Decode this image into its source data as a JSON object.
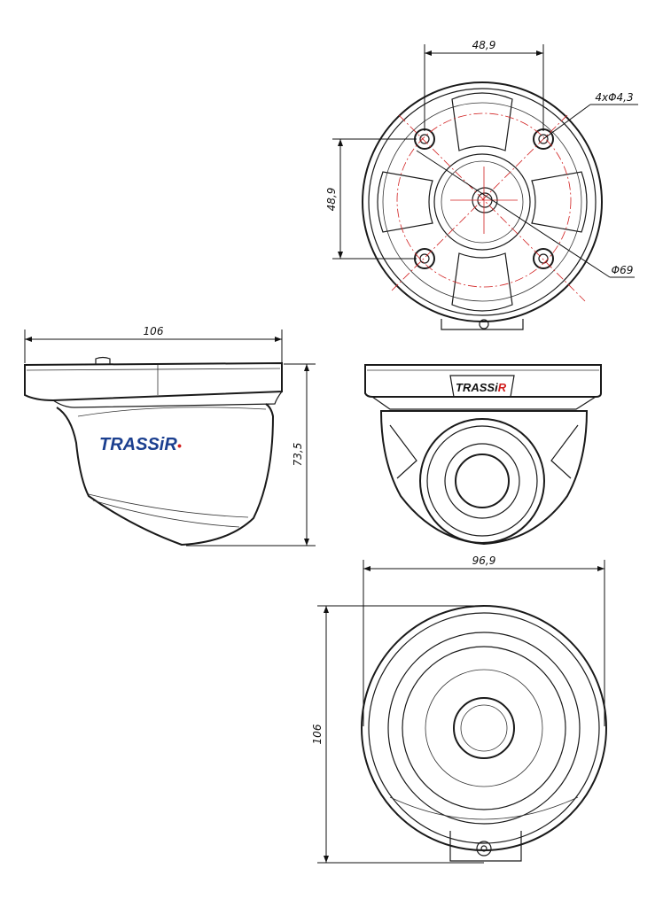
{
  "colors": {
    "line": "#1a1a1a",
    "centerline": "#d11f1f",
    "logo_text": "#1b3f8f",
    "logo_dot": "#d11f1f"
  },
  "logo": {
    "brand_main": "TRASS",
    "brand_i": "i",
    "brand_r": "R",
    "brand_dot": "•"
  },
  "dimensions": {
    "top_width": "48,9",
    "top_height": "48,9",
    "holes": "4xΦ4,3",
    "diameter": "Φ69",
    "side_width": "106",
    "side_height": "73,5",
    "bottom_width": "96,9",
    "bottom_height": "106"
  }
}
